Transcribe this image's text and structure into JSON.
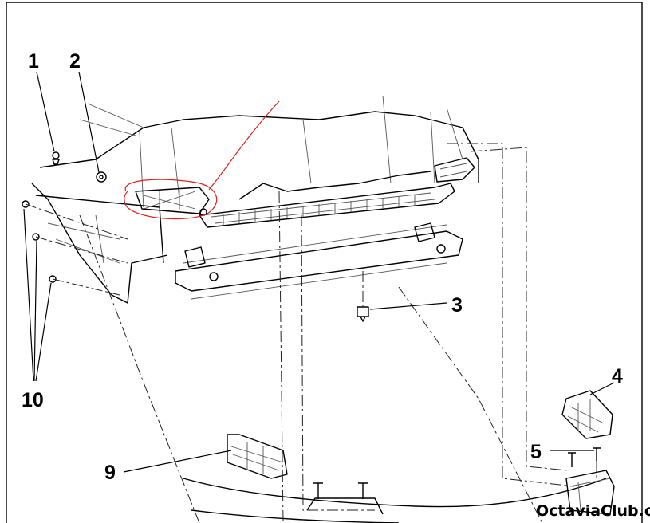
{
  "diagram": {
    "callouts": [
      {
        "id": "1",
        "text": "1"
      },
      {
        "id": "2",
        "text": "2"
      },
      {
        "id": "3",
        "text": "3"
      },
      {
        "id": "4",
        "text": "4"
      },
      {
        "id": "5",
        "text": "5"
      },
      {
        "id": "9",
        "text": "9"
      },
      {
        "id": "10",
        "text": "10"
      }
    ],
    "watermark": "OctaviaClub.cz",
    "colors": {
      "line": "#000000",
      "annotation": "#dd2222",
      "background": "#ffffff"
    }
  }
}
